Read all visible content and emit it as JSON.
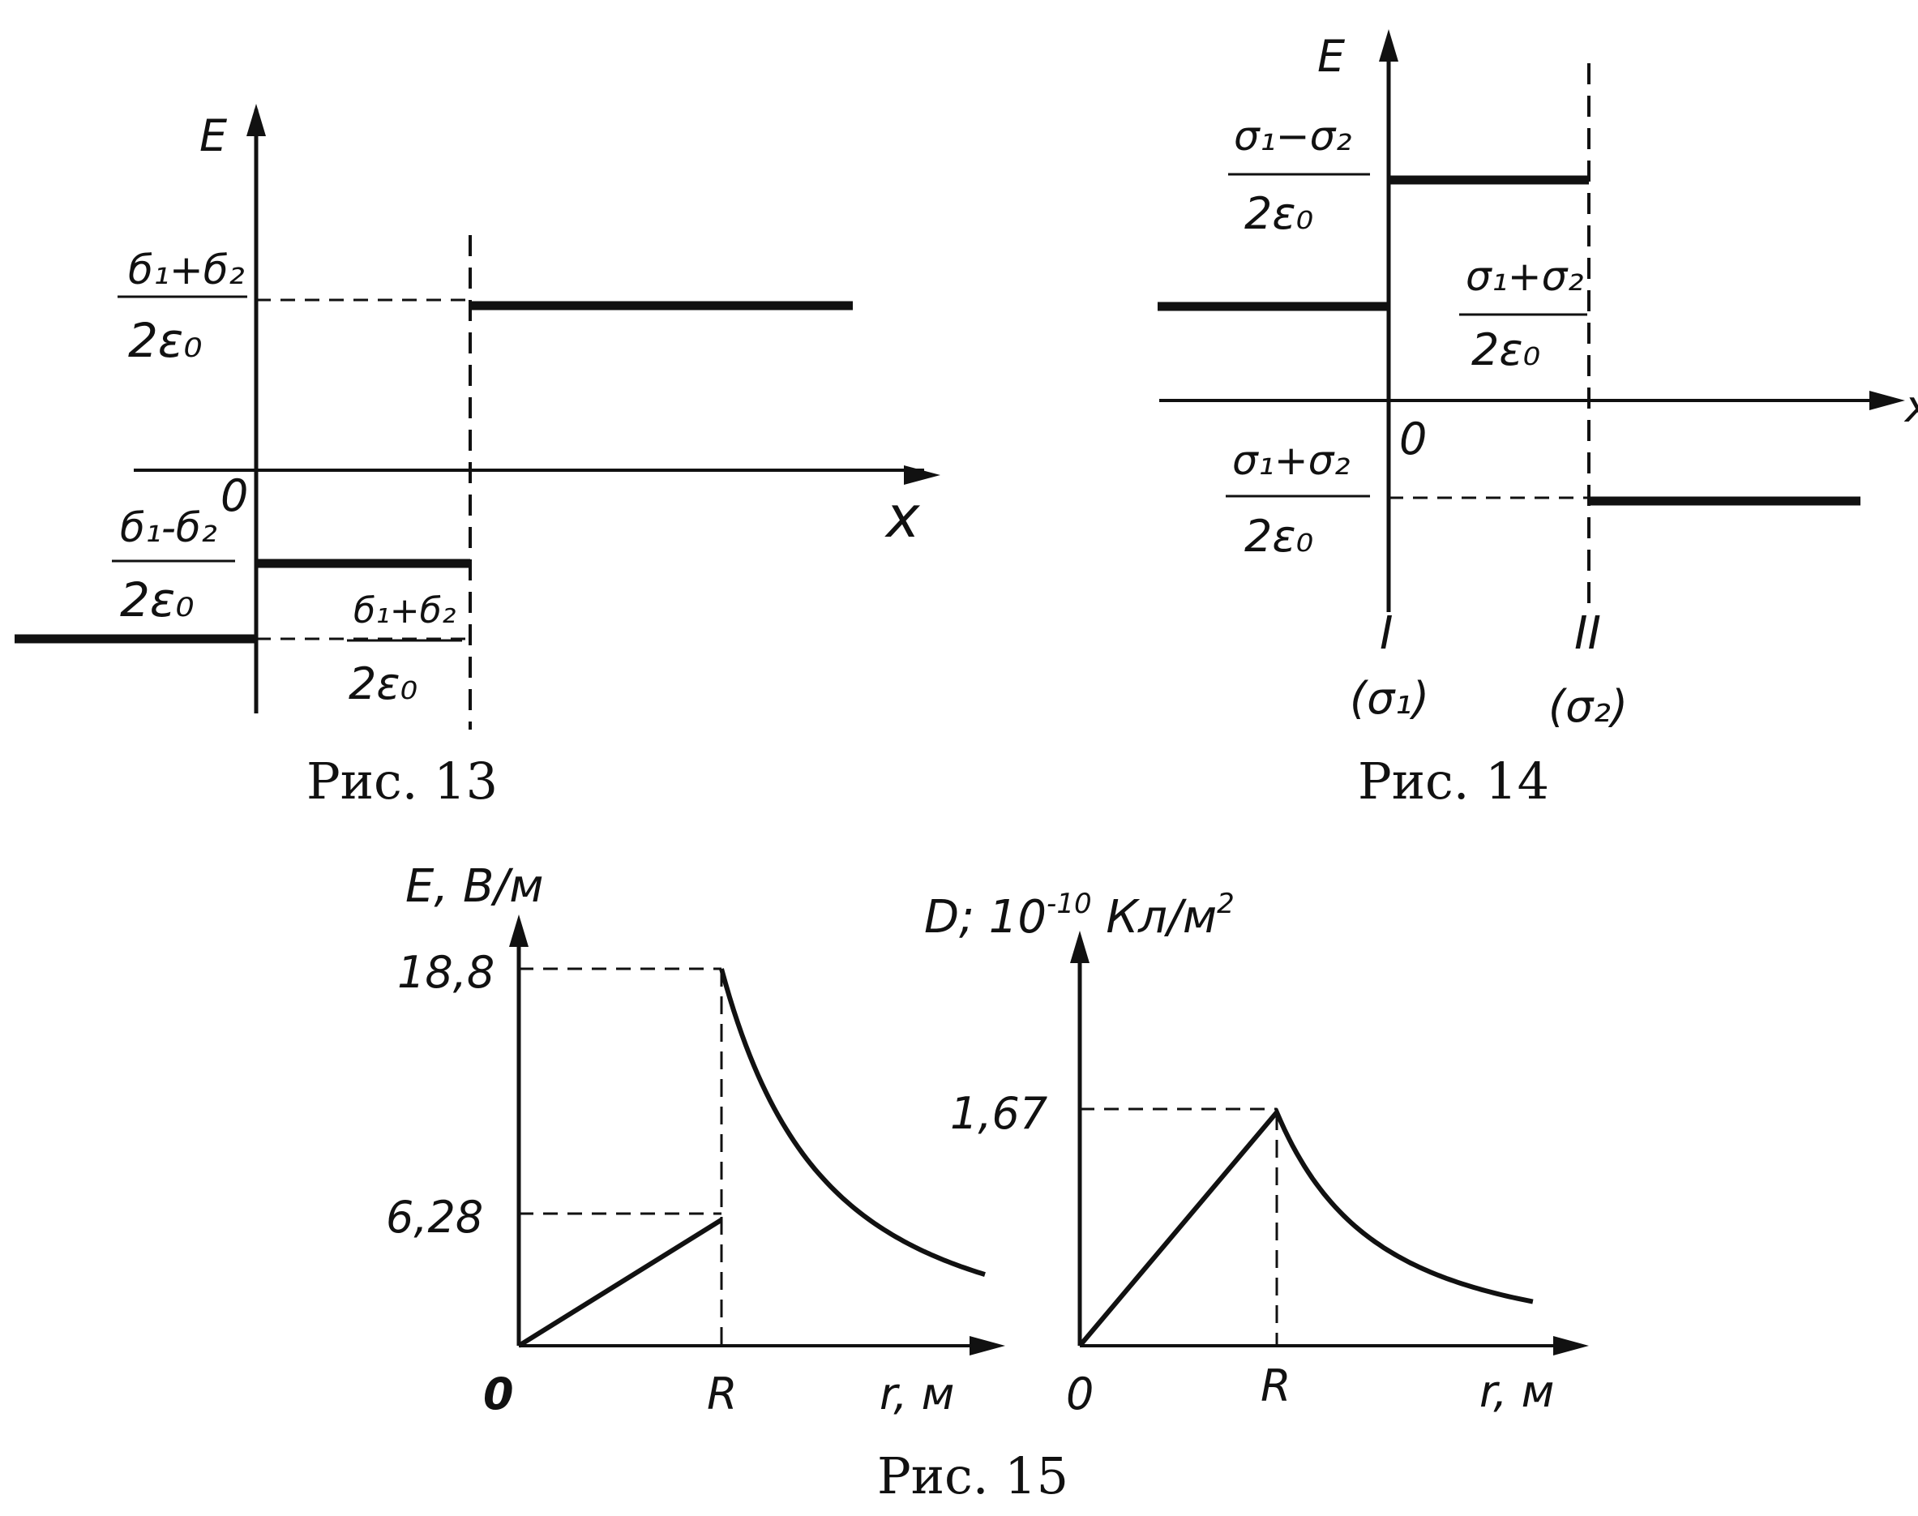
{
  "colors": {
    "ink": "#111111",
    "paper": "#ffffff"
  },
  "figures": {
    "fig13": {
      "caption": "Рис. 13",
      "y_axis_label": "E",
      "x_axis_label": "x",
      "origin_label": "0",
      "upper_fraction": {
        "numerator": "б₁+б₂",
        "denominator": "2ε₀"
      },
      "middle_fraction": {
        "numerator": "б₁-б₂",
        "denominator": "2ε₀"
      },
      "lower_fraction": {
        "numerator": "б₁+б₂",
        "denominator": "2ε₀"
      }
    },
    "fig14": {
      "caption": "Рис. 14",
      "y_axis_label": "E",
      "x_axis_label": "x",
      "origin_label": "0",
      "upper_fraction": {
        "numerator": "σ₁−σ₂",
        "denominator": "2ε₀"
      },
      "middle_fraction": {
        "numerator": "σ₁+σ₂",
        "denominator": "2ε₀"
      },
      "lower_fraction": {
        "numerator": "σ₁+σ₂",
        "denominator": "2ε₀"
      },
      "plane_one": {
        "numeral": "I",
        "charge": "(σ₁)"
      },
      "plane_two": {
        "numeral": "II",
        "charge": "(σ₂)"
      }
    },
    "fig15": {
      "caption": "Рис. 15",
      "e_plot": {
        "y_axis_label": "E, В/м",
        "x_axis_label": "r, м",
        "origin_label": "0",
        "r_marker": "R",
        "tick_high": "18,8",
        "tick_low": "6,28"
      },
      "d_plot": {
        "y_axis_label_base": "D; 10",
        "y_axis_label_exp": "-10",
        "y_axis_label_unit": " Кл/м",
        "y_axis_label_unit_exp": "2",
        "x_axis_label": "r, м",
        "origin_label": "0",
        "r_marker": "R",
        "tick_high": "1,67"
      }
    }
  },
  "chart_data": [
    {
      "type": "line",
      "figure": "Рис. 15 (left)",
      "xlabel": "r, м",
      "ylabel": "E, В/м",
      "x_ticks": [
        "0",
        "R"
      ],
      "y_ticks": [
        "6,28",
        "18,8"
      ],
      "series": [
        {
          "points": [
            [
              0,
              0
            ],
            [
              1,
              6.28
            ]
          ]
        },
        {
          "points": [
            [
              1,
              18.8
            ],
            [
              1.5,
              8.36
            ],
            [
              2,
              4.7
            ],
            [
              2.3,
              3.55
            ]
          ]
        }
      ]
    },
    {
      "type": "line",
      "figure": "Рис. 15 (right)",
      "xlabel": "r, м",
      "ylabel": "D; 10^-10 Кл/м^2",
      "x_ticks": [
        "0",
        "R"
      ],
      "y_ticks": [
        "1,67"
      ],
      "series": [
        {
          "points": [
            [
              0,
              0
            ],
            [
              1,
              1.67
            ],
            [
              1.5,
              0.742
            ],
            [
              2,
              0.418
            ],
            [
              2.3,
              0.316
            ]
          ]
        }
      ]
    }
  ]
}
